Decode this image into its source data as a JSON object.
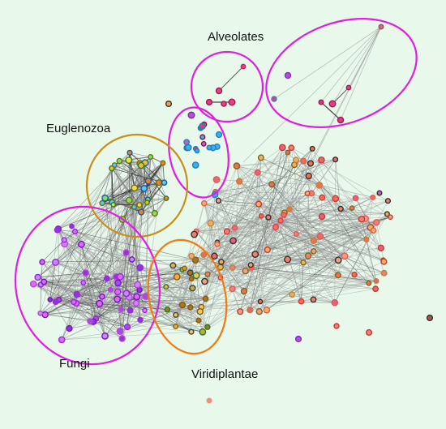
{
  "colors": {
    "background": "#e8f9ec",
    "edge": "#9a9a9a",
    "dark_edge": "#333333",
    "magenta": "#e01ee0",
    "gold": "#c8901a",
    "orange": "#f07a10"
  },
  "clusters": [
    {
      "id": "alveolates",
      "label": "Alveolates",
      "color": "magenta"
    },
    {
      "id": "euglenozoa",
      "label": "Euglenozoa",
      "color": "gold"
    },
    {
      "id": "fungi",
      "label": "Fungi",
      "color": "magenta"
    },
    {
      "id": "viridiplantae",
      "label": "Viridiplantae",
      "color": "orange"
    }
  ]
}
